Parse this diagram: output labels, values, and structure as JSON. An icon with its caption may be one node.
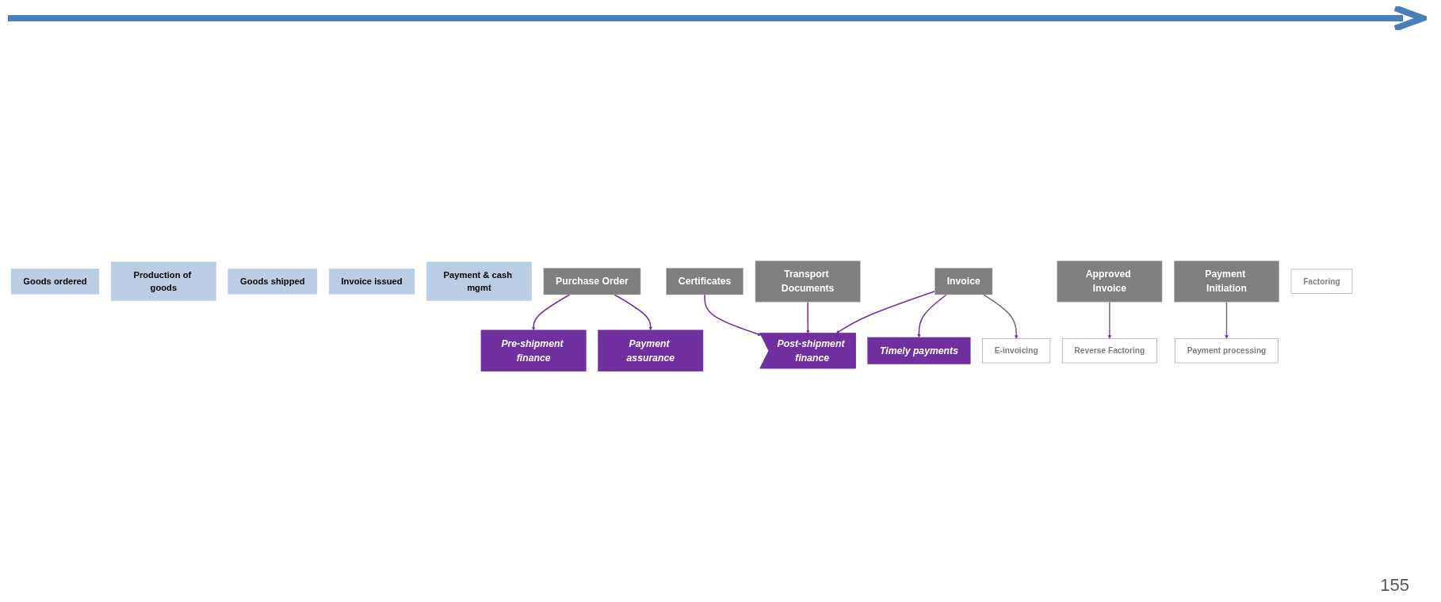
{
  "diagram": {
    "nodes": [
      {
        "text": [
          "Goods ordered"
        ]
      },
      {
        "text": [
          "Production of goods"
        ]
      },
      {
        "text": [
          "Goods shipped"
        ]
      },
      {
        "text": [
          "Invoice issued"
        ]
      },
      {
        "text": [
          "Payment & cash mgmt"
        ]
      },
      {
        "text": [
          "Purchase Order"
        ]
      },
      {
        "text": [
          "Certificates"
        ]
      },
      {
        "text": [
          "Transport Documents"
        ]
      },
      {
        "text": [
          "Invoice"
        ]
      },
      {
        "text": [
          "Approved Invoice"
        ]
      },
      {
        "text": [
          "Payment Initiation"
        ]
      },
      {
        "text": [
          "Pre-shipment finance"
        ]
      },
      {
        "text": [
          "Payment assurance"
        ]
      },
      {
        "text": [
          "Post-shipment finance"
        ]
      },
      {
        "text": [
          "E-invoicing"
        ]
      },
      {
        "text": [
          "Factoring"
        ]
      },
      {
        "text": [
          "Reverse Factoring"
        ]
      },
      {
        "text": [
          "Payment processing"
        ]
      },
      {
        "text": [
          "Timely payments"
        ]
      }
    ],
    "edges": [
      {
        "from": 5,
        "to": 11,
        "arrow": "to"
      },
      {
        "from": 5,
        "to": 12,
        "arrow": "to"
      },
      {
        "from": 6,
        "to": 13,
        "arrow": "to"
      },
      {
        "from": 7,
        "to": 13,
        "arrow": "to"
      },
      {
        "from": 8,
        "to": 13,
        "arrow": "to"
      },
      {
        "from": 8,
        "to": 18,
        "arrow": "to"
      },
      {
        "from": 8,
        "to": 14,
        "arrow": "to",
        "color": "#776b62"
      },
      {
        "from": 9,
        "to": 16,
        "arrow": "to",
        "color": "#776b62"
      },
      {
        "from": 10,
        "to": 17,
        "arrow": "to",
        "color": "#776b62"
      }
    ],
    "labels": [
      "155"
    ]
  }
}
